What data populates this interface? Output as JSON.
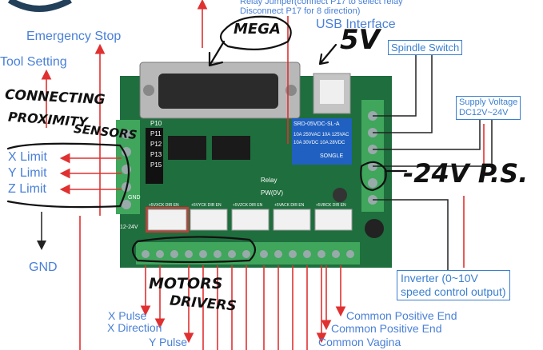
{
  "labels": {
    "top_note": "Relay Jumper(connect P17 to select relay Disconnect P17 for 8 direction)",
    "usb_interface": "USB Interface",
    "emergency_stop": "Emergency Stop",
    "tool_setting": "Tool Setting",
    "spindle_switch": "Spindle Switch",
    "supply_voltage_line1": "Supply Voltage",
    "supply_voltage_line2": "DC12V~24V",
    "x_limit": "X Limit",
    "y_limit": "Y Limit",
    "z_limit": "Z Limit",
    "gnd": "GND",
    "inverter_line1": "Inverter (0~10V",
    "inverter_line2": "speed control output)",
    "x_pulse": "X Pulse",
    "x_direction": "X Direction",
    "y_pulse": "Y Pulse",
    "common_positive_end_1": "Common Positive End",
    "common_positive_end_2": "Common Positive End",
    "common_vagina": "Common Vagina"
  },
  "board_text": {
    "pins": [
      "P10",
      "P11",
      "P12",
      "P13",
      "P15"
    ],
    "relay_top": "SRD-05VDC-SL-A",
    "relay_rating_1": "10A 250VAC 10A 125VAC",
    "relay_rating_2": "10A 30VDC 10A 28VDC",
    "relay_brand": "SONGLE",
    "relay_label": "Relay",
    "pwm_label": "PW(0V)",
    "power_label": "12-24V",
    "gnd_label": "GND",
    "connector_labels": [
      "+5VXCK DIR EN",
      "+5VYCK DIR EN",
      "+5VZCK DIR EN",
      "+5VACK DIR EN",
      "+5VBCK DIR EN"
    ]
  },
  "handwriting": {
    "mega": "MEGA",
    "five_v": "5V",
    "connecting": "CONNECTING",
    "proximity": "PROXIMITY",
    "sensors": "SENSORS",
    "ps_24v": "-24V P.S.",
    "motors": "MOTORS",
    "drivers": "DRIVERS"
  },
  "colors": {
    "label_blue": "#4a80d8",
    "arrow_red": "#e03030",
    "board_green": "#1f7a45",
    "terminal_green": "#3fa65c"
  }
}
